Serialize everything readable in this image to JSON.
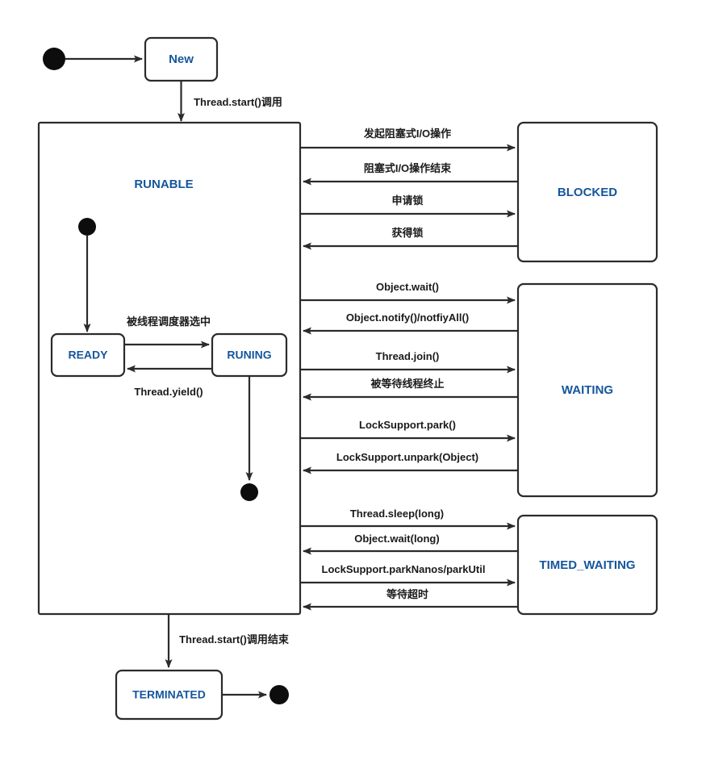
{
  "diagram": {
    "title": "Java Thread State Transition Diagram",
    "accent_color": "#15569c",
    "line_color": "#2b2b2b",
    "background_color": "#ffffff"
  },
  "states": {
    "new": "New",
    "runnable_region": "RUNABLE",
    "ready": "READY",
    "running": "RUNING",
    "blocked": "BLOCKED",
    "waiting": "WAITING",
    "timed_waiting": "TIMED_WAITING",
    "terminated": "TERMINATED"
  },
  "transitions": {
    "start_to_new": "",
    "new_to_runnable": "Thread.start()调用",
    "ready_to_running": "被线程调度器选中",
    "running_to_ready": "Thread.yield()",
    "runnable_to_terminated": "Thread.start()调用结束",
    "blocked": [
      {
        "label": "发起阻塞式I/O操作",
        "direction": "out"
      },
      {
        "label": "阻塞式I/O操作结束",
        "direction": "in"
      },
      {
        "label": "申请锁",
        "direction": "out"
      },
      {
        "label": "获得锁",
        "direction": "in"
      }
    ],
    "waiting": [
      {
        "label": "Object.wait()",
        "direction": "out"
      },
      {
        "label": "Object.notify()/notfiyAll()",
        "direction": "in"
      },
      {
        "label": "Thread.join()",
        "direction": "out"
      },
      {
        "label": "被等待线程终止",
        "direction": "in"
      },
      {
        "label": "LockSupport.park()",
        "direction": "out"
      },
      {
        "label": "LockSupport.unpark(Object)",
        "direction": "in"
      }
    ],
    "timed_waiting": [
      {
        "label": "Thread.sleep(long)",
        "direction": "out"
      },
      {
        "label": "Object.wait(long)",
        "direction": "in"
      },
      {
        "label": "LockSupport.parkNanos/parkUtil",
        "direction": "out"
      },
      {
        "label": "等待超时",
        "direction": "in"
      }
    ]
  },
  "nodes": {
    "initial_node": "initial-state-node",
    "runnable_initial_node": "runnable-initial-node",
    "running_final_node": "running-final-node",
    "terminated_final_node": "terminated-final-node"
  }
}
